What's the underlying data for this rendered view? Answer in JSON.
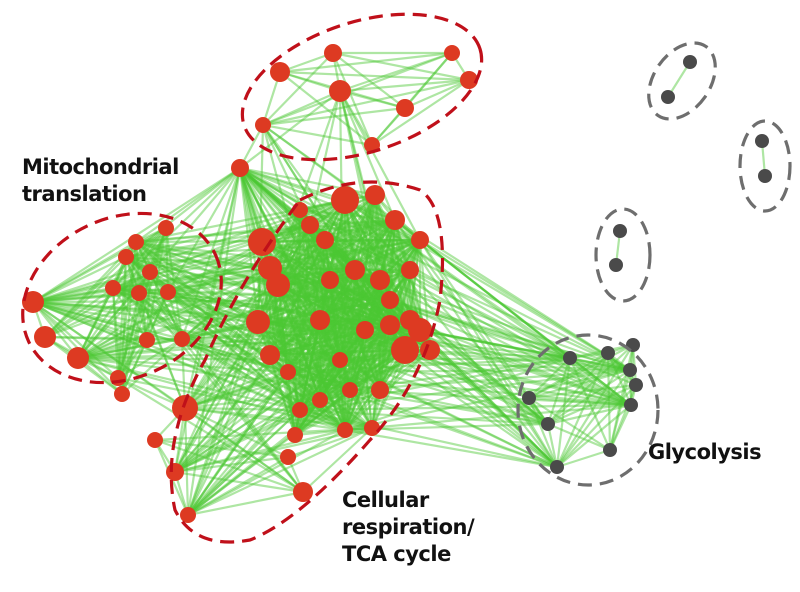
{
  "colors": {
    "edge": "#4cc832",
    "node_red": "#dd3a22",
    "node_grey": "#4a4a4a",
    "hull_red": "#c0101a",
    "hull_grey": "#6e6e6e"
  },
  "labels": {
    "mito": [
      "Mitochondrial",
      "translation"
    ],
    "resp": [
      "Cellular",
      "respiration/",
      "TCA cycle"
    ],
    "glyco": "Glycolysis"
  }
}
